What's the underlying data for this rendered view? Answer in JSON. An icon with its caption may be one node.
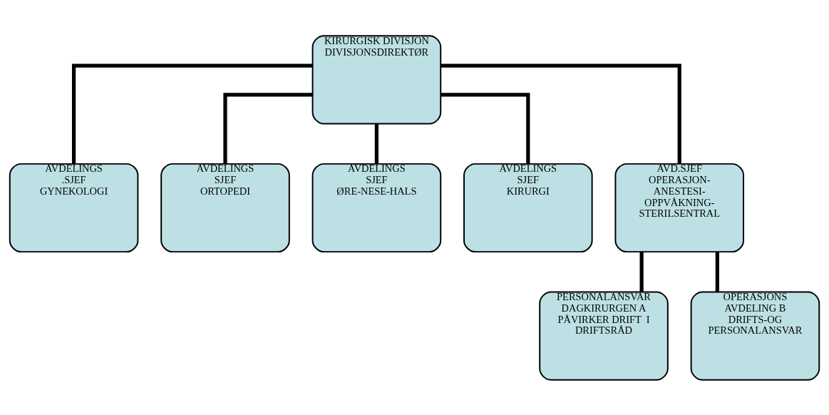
{
  "diagram": {
    "nodes": [
      {
        "text": [
          "KIRURGISK DIVISJON",
          "DIVISJONSDIREKTØR"
        ]
      },
      {
        "text": [
          "AVDELINGS",
          ".SJEF",
          "GYNEKOLOGI"
        ]
      },
      {
        "text": [
          "AVDELINGS",
          "SJEF",
          "ORTOPEDI"
        ]
      },
      {
        "text": [
          "AVDELINGS",
          "SJEF",
          "ØRE-NESE-HALS"
        ]
      },
      {
        "text": [
          "AVDELINGS",
          "SJEF",
          "KIRURGI"
        ]
      },
      {
        "text": [
          "AVD.SJEF",
          "OPERASJON-",
          "ANESTESI-",
          "OPPVÅKNING-",
          "STERILSENTRAL"
        ]
      },
      {
        "text": [
          "PERSONALANSVAR",
          "DAGKIRURGEN A",
          "PÅVIRKER DRIFT  I",
          "DRIFTSRÅD"
        ]
      },
      {
        "text": [
          "OPERASJONS",
          "AVDELING B",
          "DRIFTS-OG",
          "PERSONALANSVAR"
        ]
      }
    ],
    "edges": [
      {
        "from": 0,
        "to": 1,
        "arrow": "none"
      },
      {
        "from": 0,
        "to": 2,
        "arrow": "none"
      },
      {
        "from": 0,
        "to": 3,
        "arrow": "none"
      },
      {
        "from": 0,
        "to": 4,
        "arrow": "none"
      },
      {
        "from": 0,
        "to": 5,
        "arrow": "none"
      },
      {
        "from": 5,
        "to": 6,
        "arrow": "none"
      },
      {
        "from": 5,
        "to": 7,
        "arrow": "none"
      }
    ]
  }
}
